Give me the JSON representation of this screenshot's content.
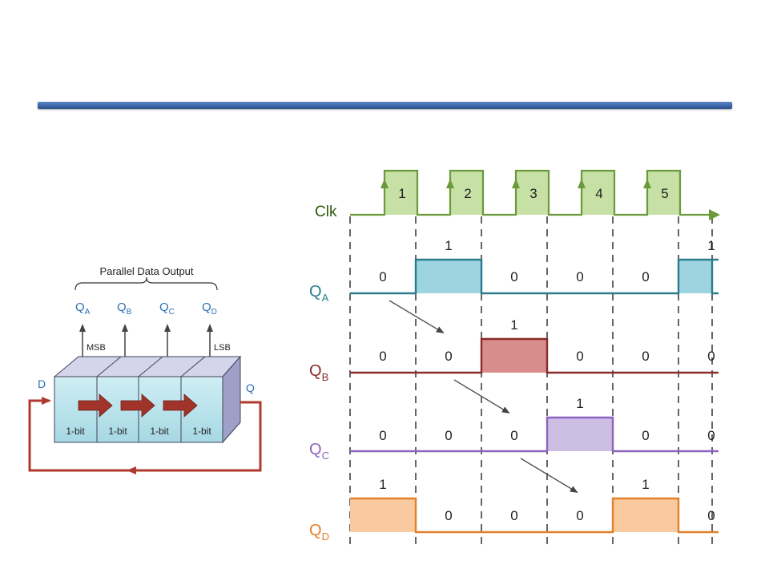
{
  "register": {
    "heading": "Parallel Data Output",
    "outputs": [
      {
        "letter": "Q",
        "sub": "A"
      },
      {
        "letter": "Q",
        "sub": "B"
      },
      {
        "letter": "Q",
        "sub": "C"
      },
      {
        "letter": "Q",
        "sub": "D"
      }
    ],
    "msb_label": "MSB",
    "lsb_label": "LSB",
    "input_label": "D",
    "output_label": "Q",
    "cell_labels": [
      "1-bit",
      "1-bit",
      "1-bit",
      "1-bit"
    ]
  },
  "timing": {
    "clock_label": "Clk",
    "pulse_numbers": [
      "1",
      "2",
      "3",
      "4",
      "5"
    ],
    "signals": [
      {
        "letter": "Q",
        "sub": "A",
        "color": "#2a7d8c",
        "fill": "#9dd4e0",
        "levels": [
          0,
          1,
          0,
          0,
          0,
          1
        ],
        "labels": [
          {
            "slot": 0,
            "text": "0",
            "pos": "low"
          },
          {
            "slot": 1,
            "text": "1",
            "pos": "high"
          },
          {
            "slot": 2,
            "text": "0",
            "pos": "low"
          },
          {
            "slot": 3,
            "text": "0",
            "pos": "low"
          },
          {
            "slot": 4,
            "text": "0",
            "pos": "low"
          },
          {
            "slot": 5,
            "text": "1",
            "pos": "high"
          }
        ]
      },
      {
        "letter": "Q",
        "sub": "B",
        "color": "#8b2a2a",
        "fill": "#d98c8c",
        "levels": [
          0,
          0,
          1,
          0,
          0,
          0
        ],
        "labels": [
          {
            "slot": 0,
            "text": "0",
            "pos": "low"
          },
          {
            "slot": 1,
            "text": "0",
            "pos": "low"
          },
          {
            "slot": 2,
            "text": "1",
            "pos": "high"
          },
          {
            "slot": 3,
            "text": "0",
            "pos": "low"
          },
          {
            "slot": 4,
            "text": "0",
            "pos": "low"
          },
          {
            "slot": 5,
            "text": "0",
            "pos": "low"
          }
        ]
      },
      {
        "letter": "Q",
        "sub": "C",
        "color": "#8d63c0",
        "fill": "#cdbfe3",
        "levels": [
          0,
          0,
          0,
          1,
          0,
          0
        ],
        "labels": [
          {
            "slot": 0,
            "text": "0",
            "pos": "low"
          },
          {
            "slot": 1,
            "text": "0",
            "pos": "low"
          },
          {
            "slot": 2,
            "text": "0",
            "pos": "low"
          },
          {
            "slot": 3,
            "text": "1",
            "pos": "high"
          },
          {
            "slot": 4,
            "text": "0",
            "pos": "low"
          },
          {
            "slot": 5,
            "text": "0",
            "pos": "low"
          }
        ]
      },
      {
        "letter": "Q",
        "sub": "D",
        "color": "#e2812a",
        "fill": "#f9c9a0",
        "levels": [
          1,
          0,
          0,
          0,
          1,
          0
        ],
        "labels": [
          {
            "slot": 0,
            "text": "1",
            "pos": "high"
          },
          {
            "slot": 1,
            "text": "0",
            "pos": "low"
          },
          {
            "slot": 2,
            "text": "0",
            "pos": "low"
          },
          {
            "slot": 3,
            "text": "0",
            "pos": "low"
          },
          {
            "slot": 4,
            "text": "1",
            "pos": "high"
          },
          {
            "slot": 5,
            "text": "0",
            "pos": "low"
          }
        ]
      }
    ],
    "colors": {
      "clock": "#6a9a3a",
      "clock_fill": "#c6e0a5",
      "register_red": "#b03a2e",
      "register_blue": "#2d6fb6",
      "dashes": "#333333"
    }
  }
}
